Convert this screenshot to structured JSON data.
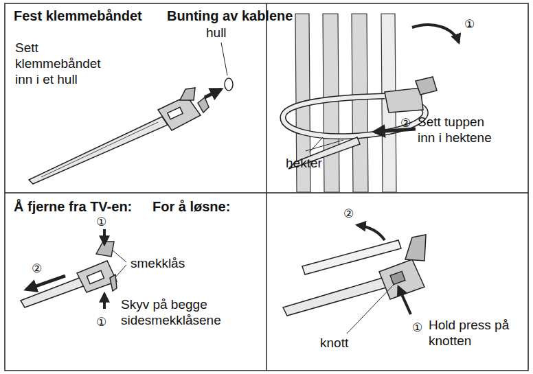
{
  "diagram": {
    "labels": [
      "Fest klemmebåndet",
      "Bunting av kablene",
      "hull",
      "Sett klemmebåndet inn i et hull",
      "①",
      "②",
      "Sett tuppen inn i hektene",
      "hekter",
      "Å fjerne fra TV-en:",
      "For å løsne:",
      "①",
      "②",
      "smekklås",
      "①",
      "Skyv på begge sidesmekklåsene",
      "②",
      "①",
      "Hold press på knotten",
      "knott"
    ]
  }
}
